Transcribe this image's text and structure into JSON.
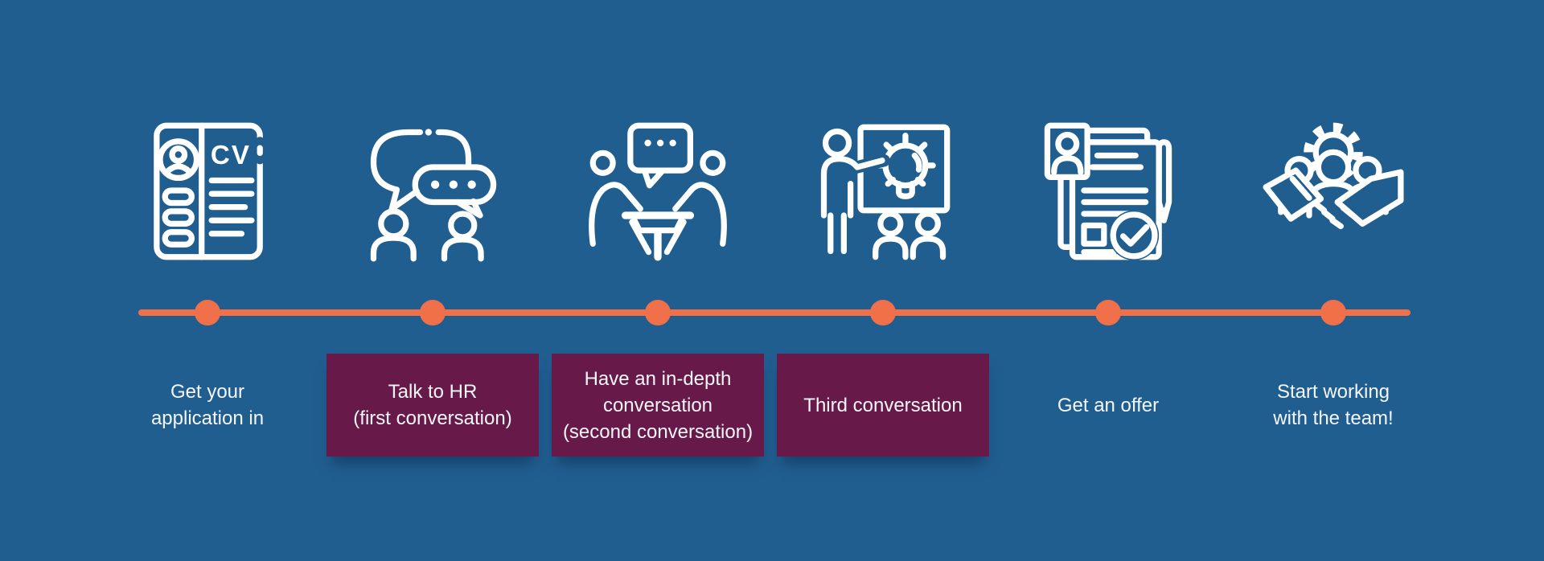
{
  "colors": {
    "background": "#215E90",
    "timeline_orange": "#EF7049",
    "highlight_maroon": "#671A49",
    "icon_stroke": "#FFFFFF",
    "text": "#F4F6F8"
  },
  "timeline": {
    "dot_count": 6
  },
  "icon_labels": {
    "cv_text": "CV"
  },
  "steps": [
    {
      "icon": "cv-document-icon",
      "highlighted": false,
      "label": "Get your application in",
      "lines": [
        "Get your",
        "application in"
      ]
    },
    {
      "icon": "chat-conversation-icon",
      "highlighted": true,
      "label": "Talk to HR (first conversation)",
      "lines": [
        "Talk to HR",
        "(first conversation)"
      ]
    },
    {
      "icon": "interview-table-icon",
      "highlighted": true,
      "label": "Have an in-depth conversation (second conversation)",
      "lines": [
        "Have an in-depth",
        "conversation",
        "(second conversation)"
      ]
    },
    {
      "icon": "presentation-lightbulb-icon",
      "highlighted": true,
      "label": "Third conversation",
      "lines": [
        "Third conversation"
      ]
    },
    {
      "icon": "offer-contract-icon",
      "highlighted": false,
      "label": "Get an offer",
      "lines": [
        "Get an offer"
      ]
    },
    {
      "icon": "team-handshake-icon",
      "highlighted": false,
      "label": "Start working with the team!",
      "lines": [
        "Start working",
        "with the team!"
      ]
    }
  ]
}
